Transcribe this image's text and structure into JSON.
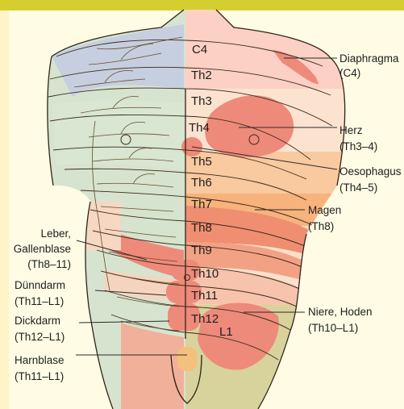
{
  "segments": [
    "C4",
    "Th2",
    "Th3",
    "Th4",
    "Th5",
    "Th6",
    "Th7",
    "Th8",
    "Th9",
    "Th10",
    "Th11",
    "Th12",
    "L1"
  ],
  "labels_right": {
    "diaphragma": {
      "name": "Diaphragma",
      "segment": "(C4)"
    },
    "herz": {
      "name": "Herz",
      "segment": "(Th3–4)"
    },
    "oesophagus": {
      "name": "Oesophagus",
      "segment": "(Th4–5)"
    },
    "magen": {
      "name": "Magen",
      "segment": "(Th8)"
    },
    "niere": {
      "name": "Niere, Hoden",
      "segment": "(Th10–L1)"
    }
  },
  "labels_left": {
    "leber": {
      "name_1": "Leber,",
      "name_2": "Gallenblase",
      "segment": "(Th8–11)"
    },
    "duenndarm": {
      "name": "Dünndarm",
      "segment": "(Th11–L1)"
    },
    "dickdarm": {
      "name": "Dickdarm",
      "segment": "(Th12–L1)"
    },
    "harnblase": {
      "name": "Harnblase",
      "segment": "(Th11–L1)"
    }
  },
  "colors": {
    "header_band": "#d4cf2f",
    "background": "#fffbe4",
    "skin_light": "#fbe0cc",
    "zone_red": "#ee8a7a",
    "zone_orange": "#f7b37c",
    "zone_blue_gray": "#c6cfdf",
    "zone_green": "#cfe2c7",
    "zone_olive": "#d8d29c"
  }
}
